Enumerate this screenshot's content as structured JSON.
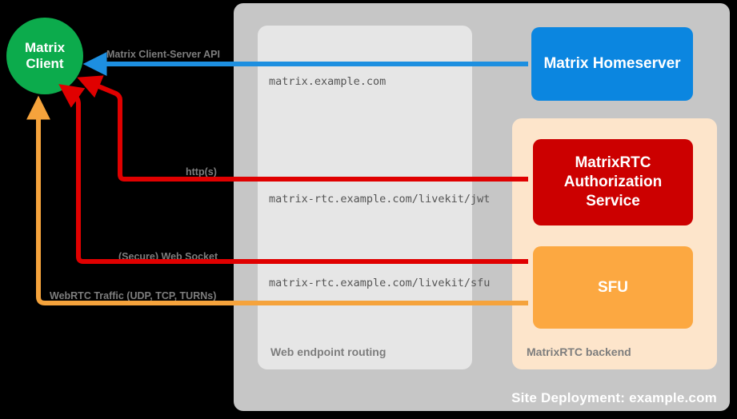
{
  "diagram": {
    "title": "MatrixRTC deployment topology",
    "site": {
      "label": "Site Deployment: example.com",
      "bg_color": "#c6c6c6"
    },
    "client": {
      "line1": "Matrix",
      "line2": "Client",
      "color": "#0cab4c"
    },
    "routing_panel": {
      "label": "Web endpoint routing",
      "bg_color": "#e6e6e6",
      "endpoints": [
        "matrix.example.com",
        "matrix-rtc.example.com/livekit/jwt",
        "matrix-rtc.example.com/livekit/sfu"
      ]
    },
    "backend_panel": {
      "label": "MatrixRTC backend",
      "bg_color": "#fde5cb"
    },
    "services": [
      {
        "name": "Matrix Homeserver",
        "color": "#0b86e0"
      },
      {
        "name": "MatrixRTC\nAuthorization\nService",
        "line1": "MatrixRTC",
        "line2": "Authorization",
        "line3": "Service",
        "color": "#cc0000"
      },
      {
        "name": "SFU",
        "color": "#fca841"
      }
    ],
    "connections": [
      {
        "label": "Matrix Client-Server API",
        "color": "#1d8fe0"
      },
      {
        "label": "http(s)",
        "color": "#e00000"
      },
      {
        "label": "(Secure) Web Socket",
        "color": "#e00000"
      },
      {
        "label": "WebRTC Traffic (UDP, TCP, TURNs)",
        "color": "#f5a33c"
      }
    ]
  }
}
